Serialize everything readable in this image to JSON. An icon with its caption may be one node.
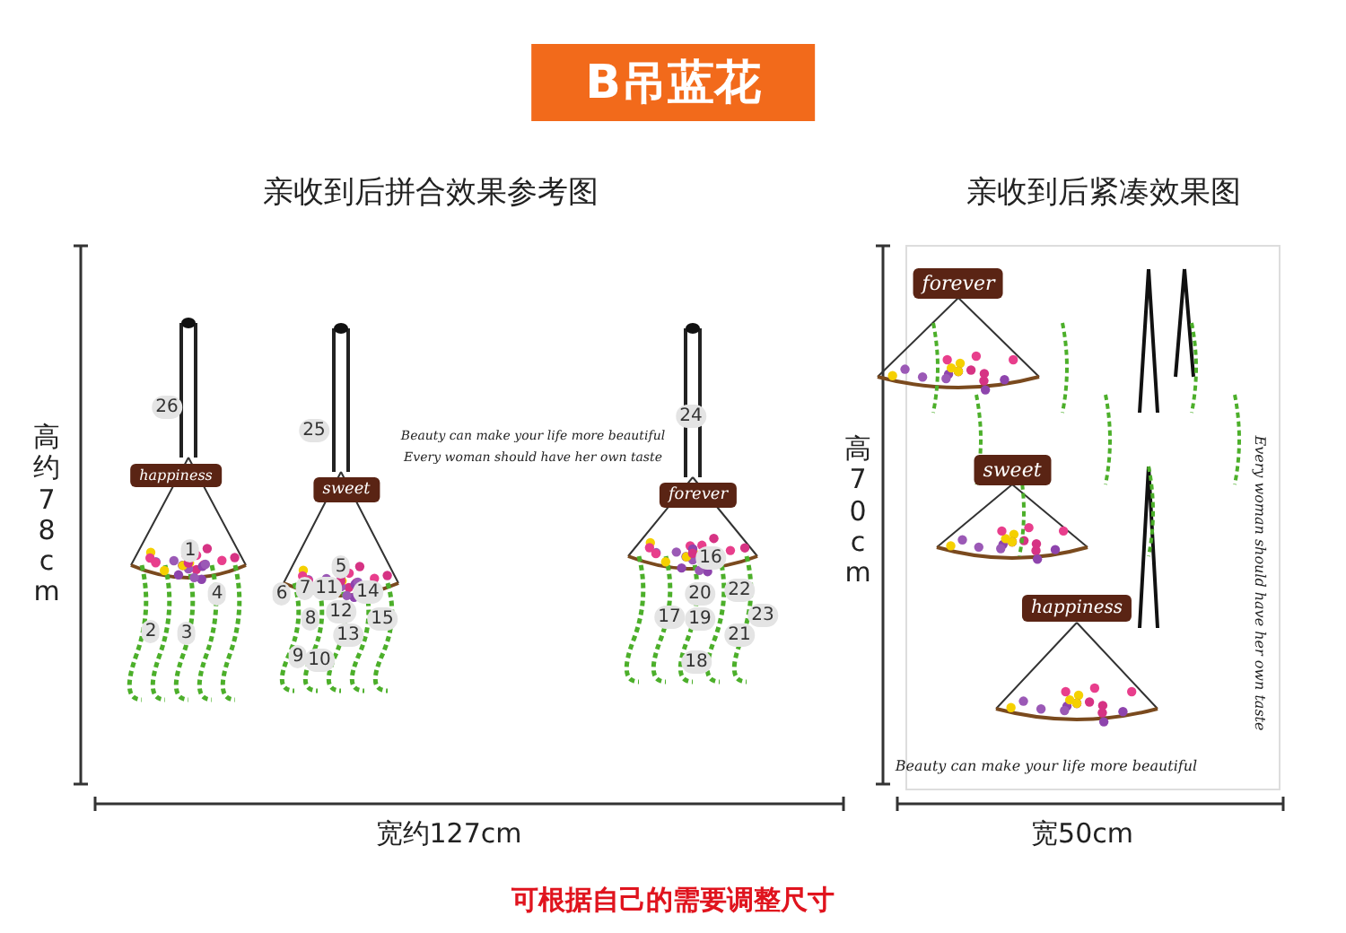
{
  "diagram": {
    "title": "B吊蓝花",
    "labels": [
      "亲收到后拼合效果参考图",
      "亲收到后紧凑效果图",
      "高约78cm",
      "26",
      "24",
      "25",
      "Beauty can make your life more beautiful",
      "Every woman should have her own taste",
      "happiness",
      "sweet",
      "forever",
      "1",
      "5",
      "16",
      "4",
      "6",
      "7",
      "11",
      "14",
      "20",
      "22",
      "8",
      "12",
      "15",
      "17",
      "19",
      "23",
      "2",
      "3",
      "13",
      "21",
      "9",
      "10",
      "18",
      "宽约127cm",
      "高70cm",
      "forever",
      "sweet",
      "happiness",
      "Every woman should have her own taste",
      "Beauty can make your life more beautiful",
      "宽50cm",
      "可根据自己的需要调整尺寸"
    ]
  }
}
